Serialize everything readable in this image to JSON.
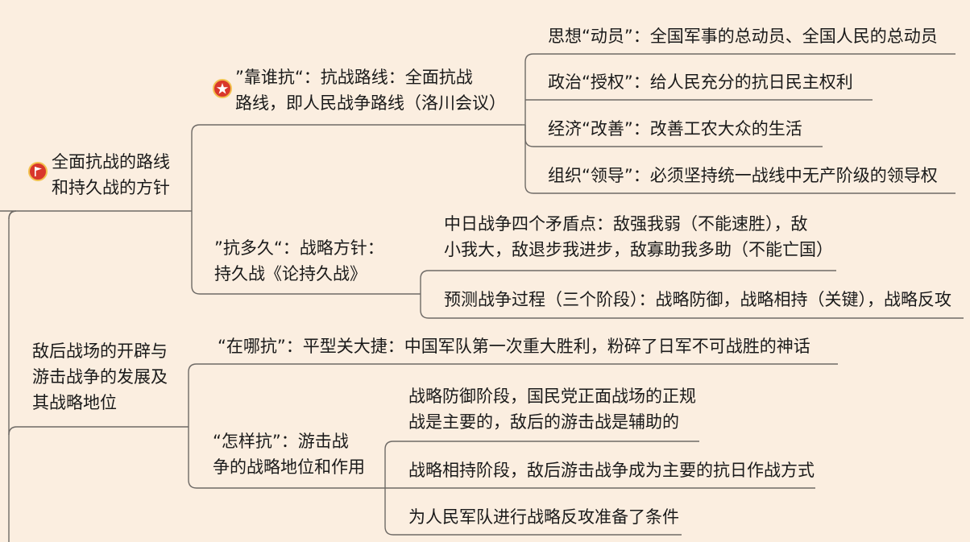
{
  "mindmap": {
    "branches": [
      {
        "title_lines": [
          "全面抗战的路线",
          "和持久战的方针"
        ],
        "icon": "red-flag-icon",
        "subs": [
          {
            "title_lines": [
              "”靠谁抗“：抗战路线：全面抗战",
              "路线，即人民战争路线（洛川会议）"
            ],
            "icon": "red-star-icon",
            "leaves": [
              "思想“动员”：全国军事的总动员、全国人民的总动员",
              "政治“授权”：给人民充分的抗日民主权利",
              "经济“改善”：改善工农大众的生活",
              "组织“领导”：必须坚持统一战线中无产阶级的领导权"
            ]
          },
          {
            "title_lines": [
              "”抗多久“：战略方针：",
              "持久战《论持久战》"
            ],
            "leaves": [
              [
                "中日战争四个矛盾点：敌强我弱（不能速胜），敌",
                "小我大，敌退步我进步，敌寡助我多助（不能亡国）"
              ],
              "预测战争过程（三个阶段）：战略防御，战略相持（关键），战略反攻"
            ]
          }
        ]
      },
      {
        "title_lines": [
          "敌后战场的开辟与",
          "游击战争的发展及",
          "其战略地位"
        ],
        "subs": [
          {
            "title": "“在哪抗”：平型关大捷：中国军队第一次重大胜利，粉碎了日军不可战胜的神话"
          },
          {
            "title_lines": [
              "“怎样抗”：游击战",
              "争的战略地位和作用"
            ],
            "leaves": [
              [
                "战略防御阶段，国民党正面战场的正规",
                "战是主要的，敌后的游击战是辅助的"
              ],
              "战略相持阶段，敌后游击战争成为主要的抗日作战方式",
              "为人民军队进行战略反攻准备了条件"
            ]
          }
        ]
      }
    ],
    "colors": {
      "background": "#fbeee0",
      "line": "#6e6a66",
      "icon_red": "#d9372b",
      "icon_ring": "#f2c14e"
    }
  }
}
